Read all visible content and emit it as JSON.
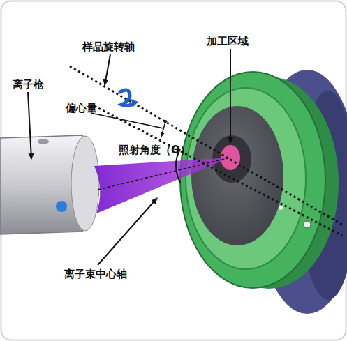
{
  "diagram": {
    "labels": [
      "样品旋转轴",
      "加工区域",
      "离子枪",
      "偏心量",
      "照射角度（Θ）",
      "离子束中心轴"
    ]
  }
}
